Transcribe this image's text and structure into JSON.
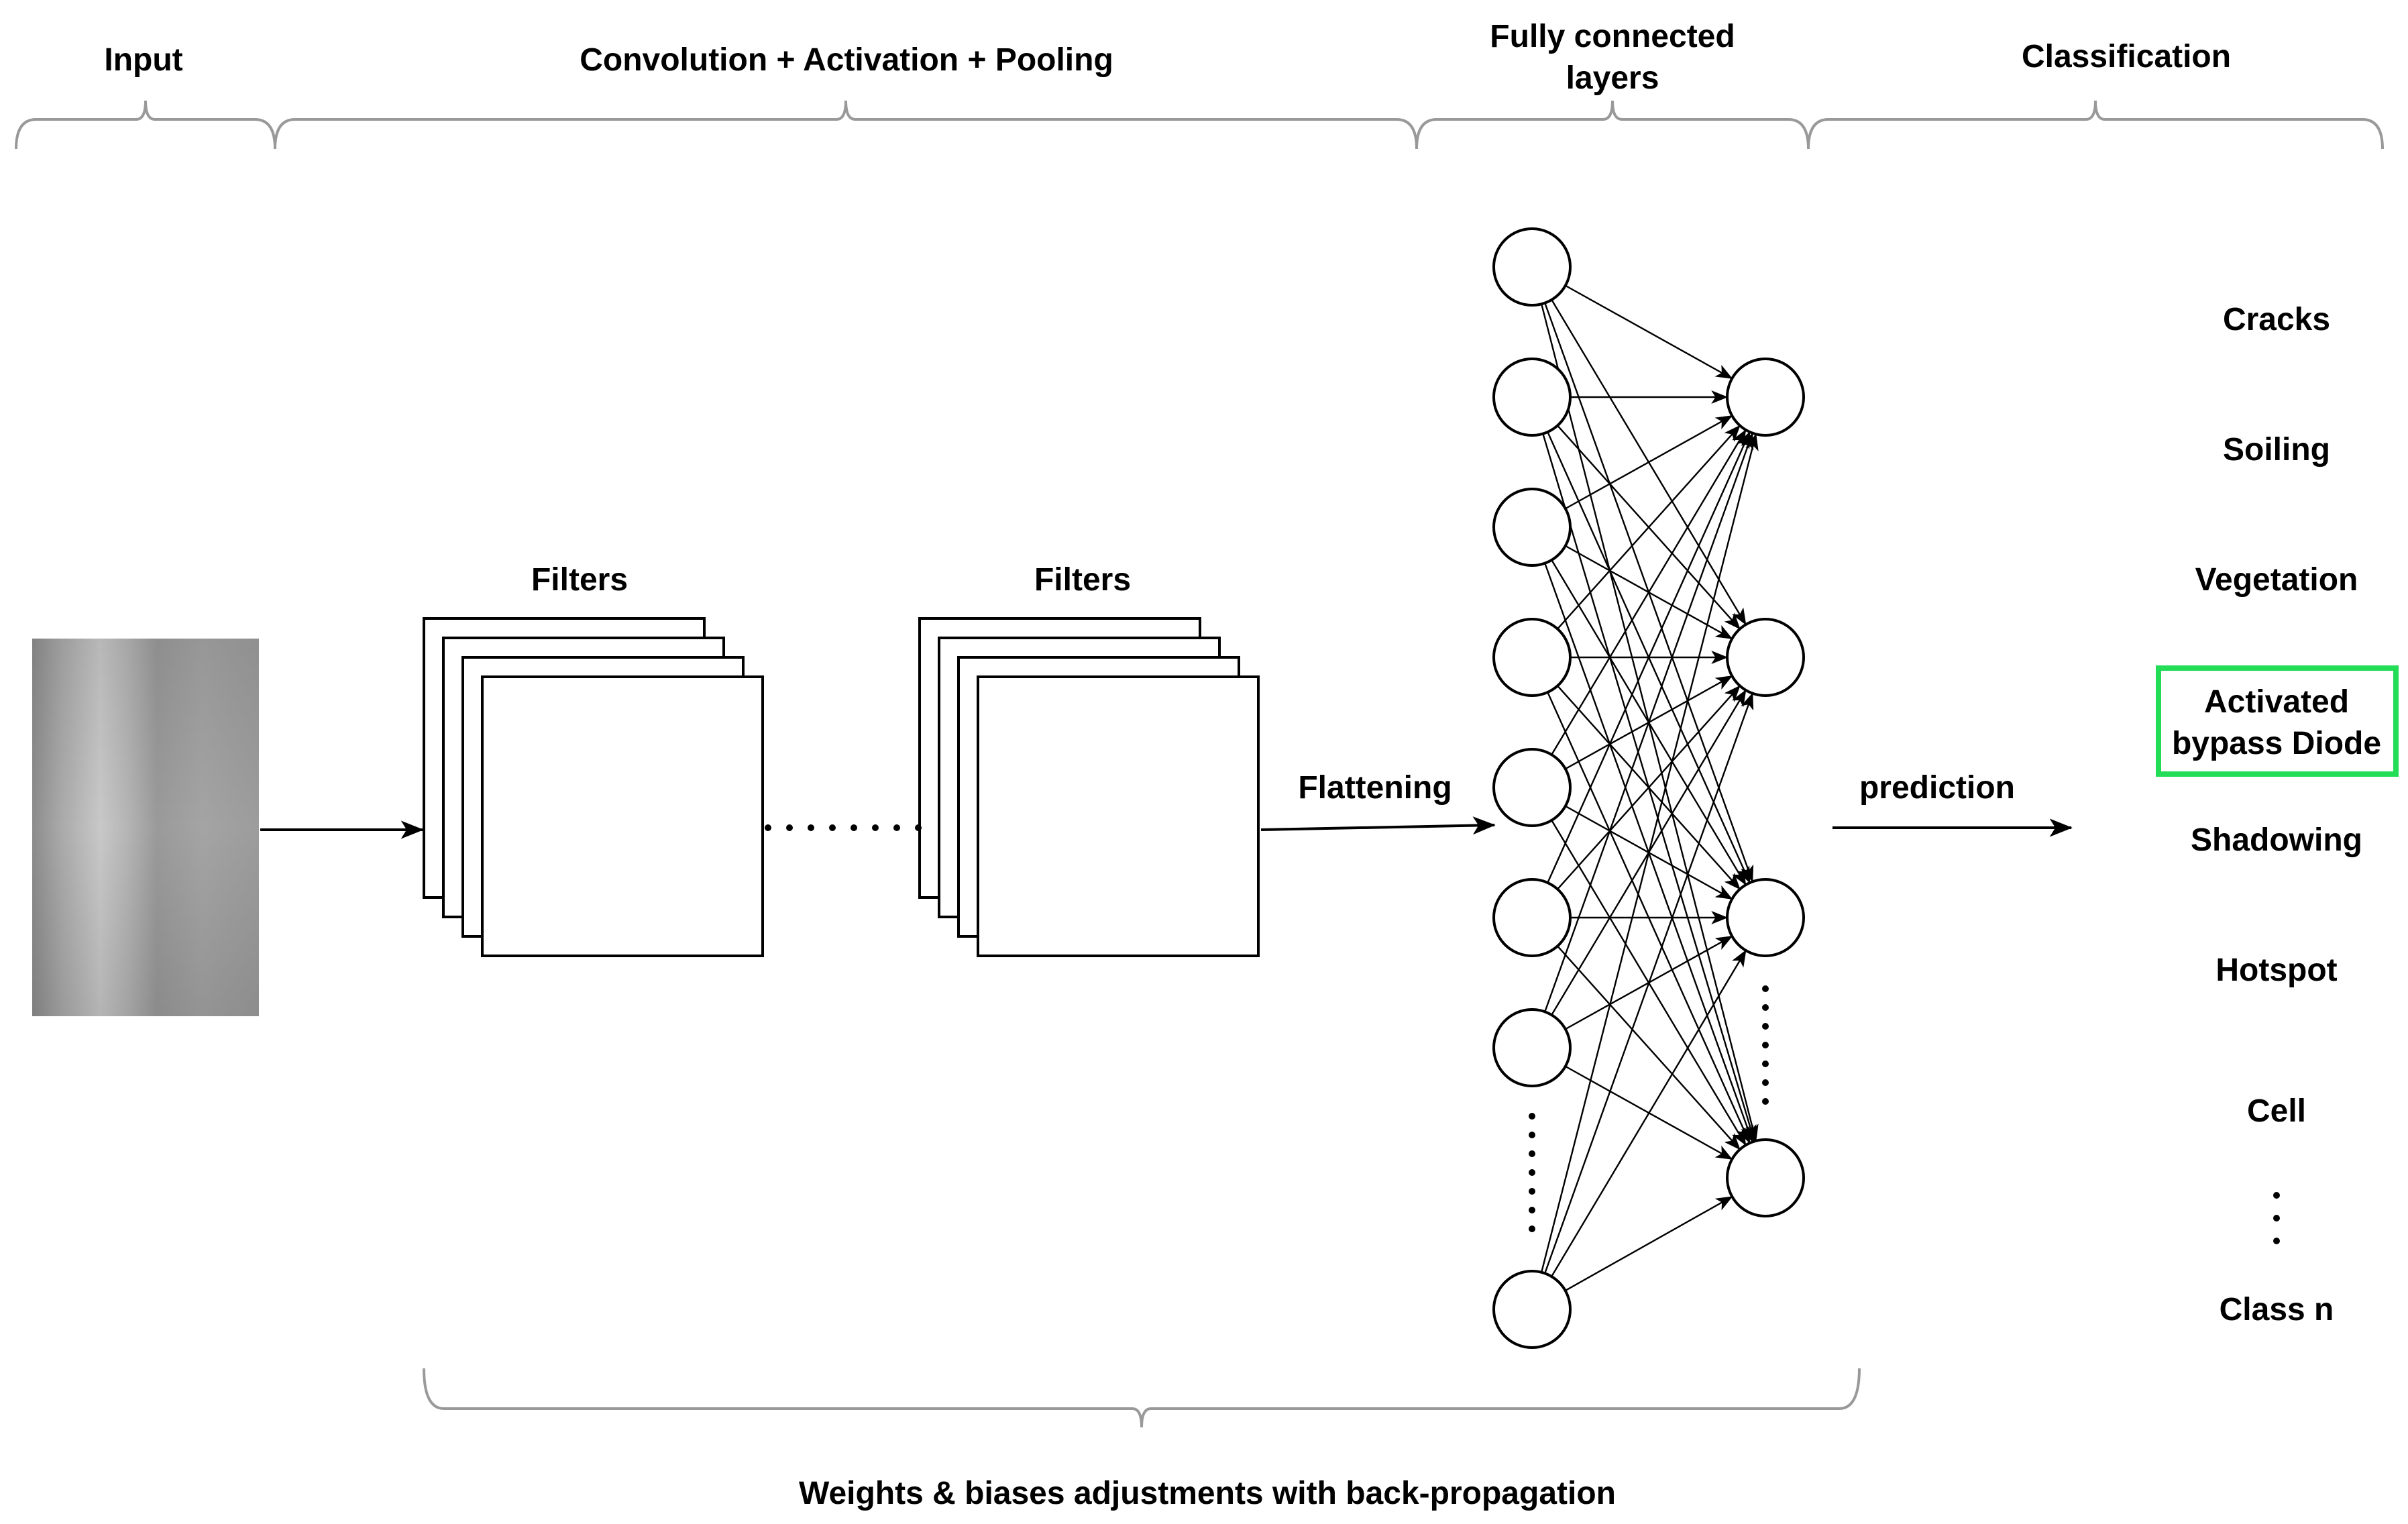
{
  "sections": {
    "input": "Input",
    "conv": "Convolution + Activation + Pooling",
    "fc_line1": "Fully connected",
    "fc_line2": "layers",
    "classification": "Classification"
  },
  "filters_label_1": "Filters",
  "filters_label_2": "Filters",
  "flattening_label": "Flattening",
  "prediction_label": "prediction",
  "bottom_label": "Weights & biases adjustments with back-propagation",
  "classes": [
    "Cracks",
    "Soiling",
    "Vegetation",
    "Activated bypass Diode",
    "Shadowing",
    "Hotspot",
    "Cell",
    "Class n"
  ],
  "highlighted_class": {
    "line1": "Activated",
    "line2": "bypass Diode",
    "border_color": "#22dd55"
  },
  "network": {
    "input_nodes_visible": 8,
    "hidden_nodes_visible": 4
  },
  "colors": {
    "brace": "#999999",
    "highlight": "#22dd55"
  }
}
